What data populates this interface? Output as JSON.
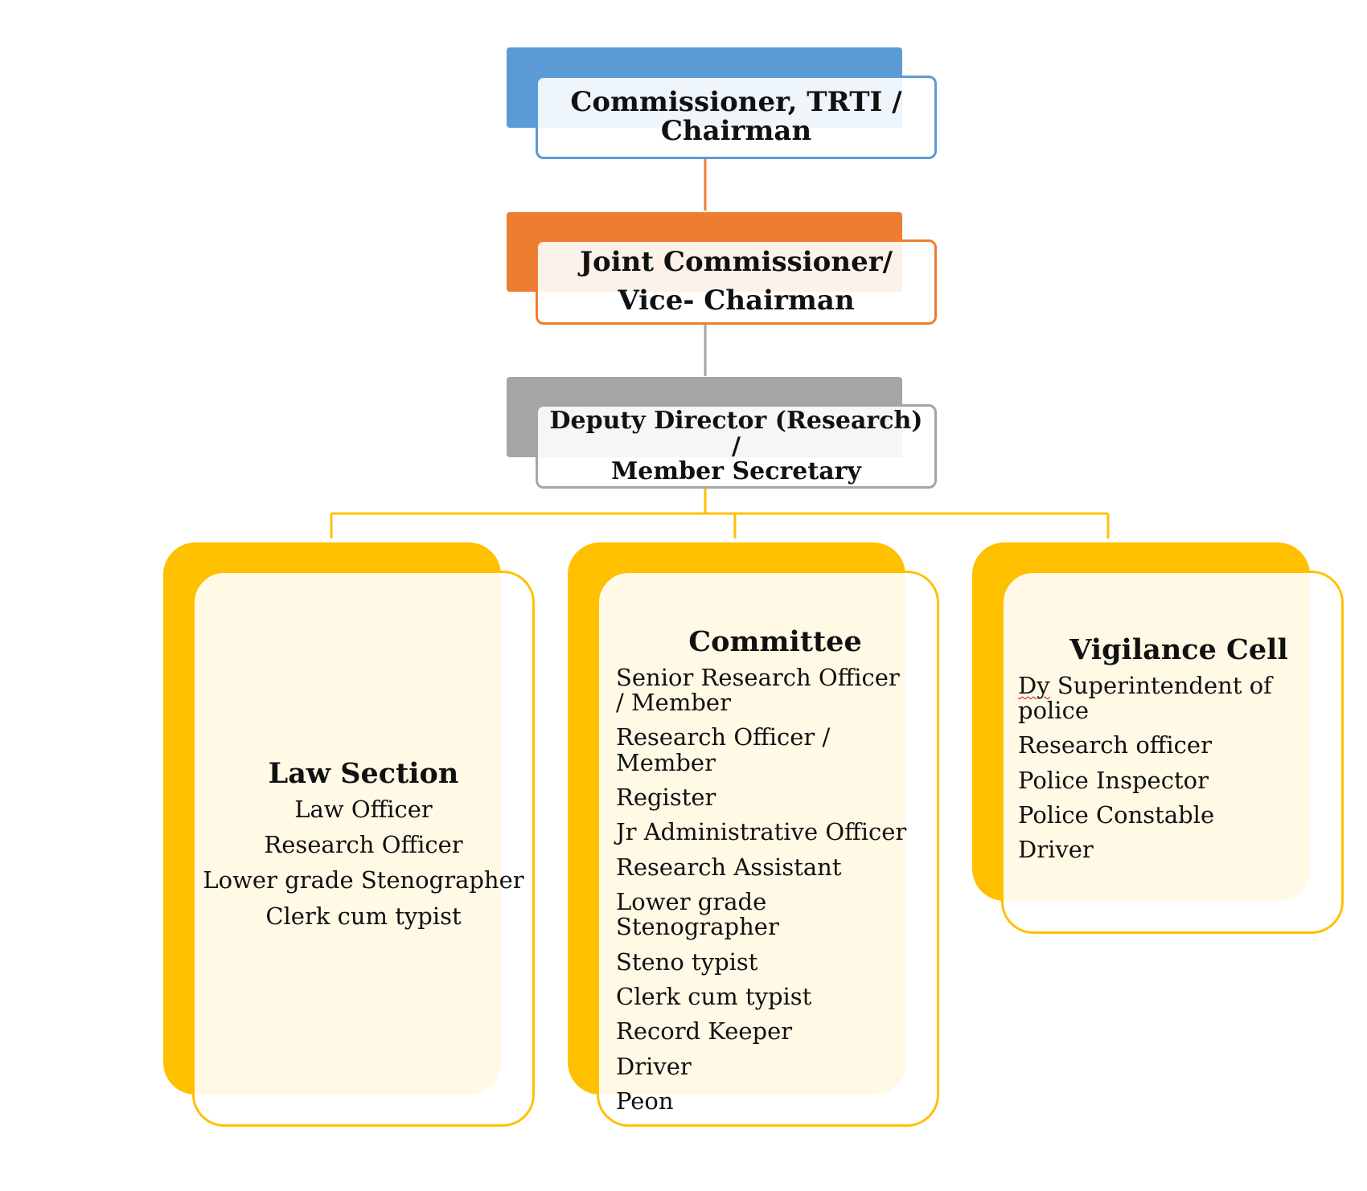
{
  "colors": {
    "commissioner": "#5b9bd5",
    "joint": "#ed7d31",
    "deputy": "#a5a5a5",
    "section": "#ffc000"
  },
  "commissioner": {
    "line1": "Commissioner, TRTI /",
    "line2": "Chairman"
  },
  "joint_commissioner": {
    "line1": "Joint Commissioner/",
    "line2": "Vice- Chairman"
  },
  "deputy_director": {
    "line1": "Deputy Director (Research) /",
    "line2": "Member Secretary"
  },
  "sections": {
    "law": {
      "title": "Law Section",
      "items": [
        "Law Officer",
        "Research Officer",
        "Lower grade Stenographer",
        "Clerk cum typist"
      ]
    },
    "committee": {
      "title": "Committee",
      "items": [
        "Senior Research Officer / Member",
        "Research Officer / Member",
        "Register",
        "Jr Administrative Officer",
        "Research Assistant",
        "Lower grade Stenographer",
        "Steno typist",
        "Clerk cum typist",
        "Record Keeper",
        "Driver",
        "Peon"
      ]
    },
    "vigilance": {
      "title": "Vigilance Cell",
      "item0_prefix": "Dy",
      "item0_rest": " Superintendent of police",
      "items": [
        "Research officer",
        "Police Inspector",
        "Police Constable",
        "Driver"
      ]
    }
  }
}
